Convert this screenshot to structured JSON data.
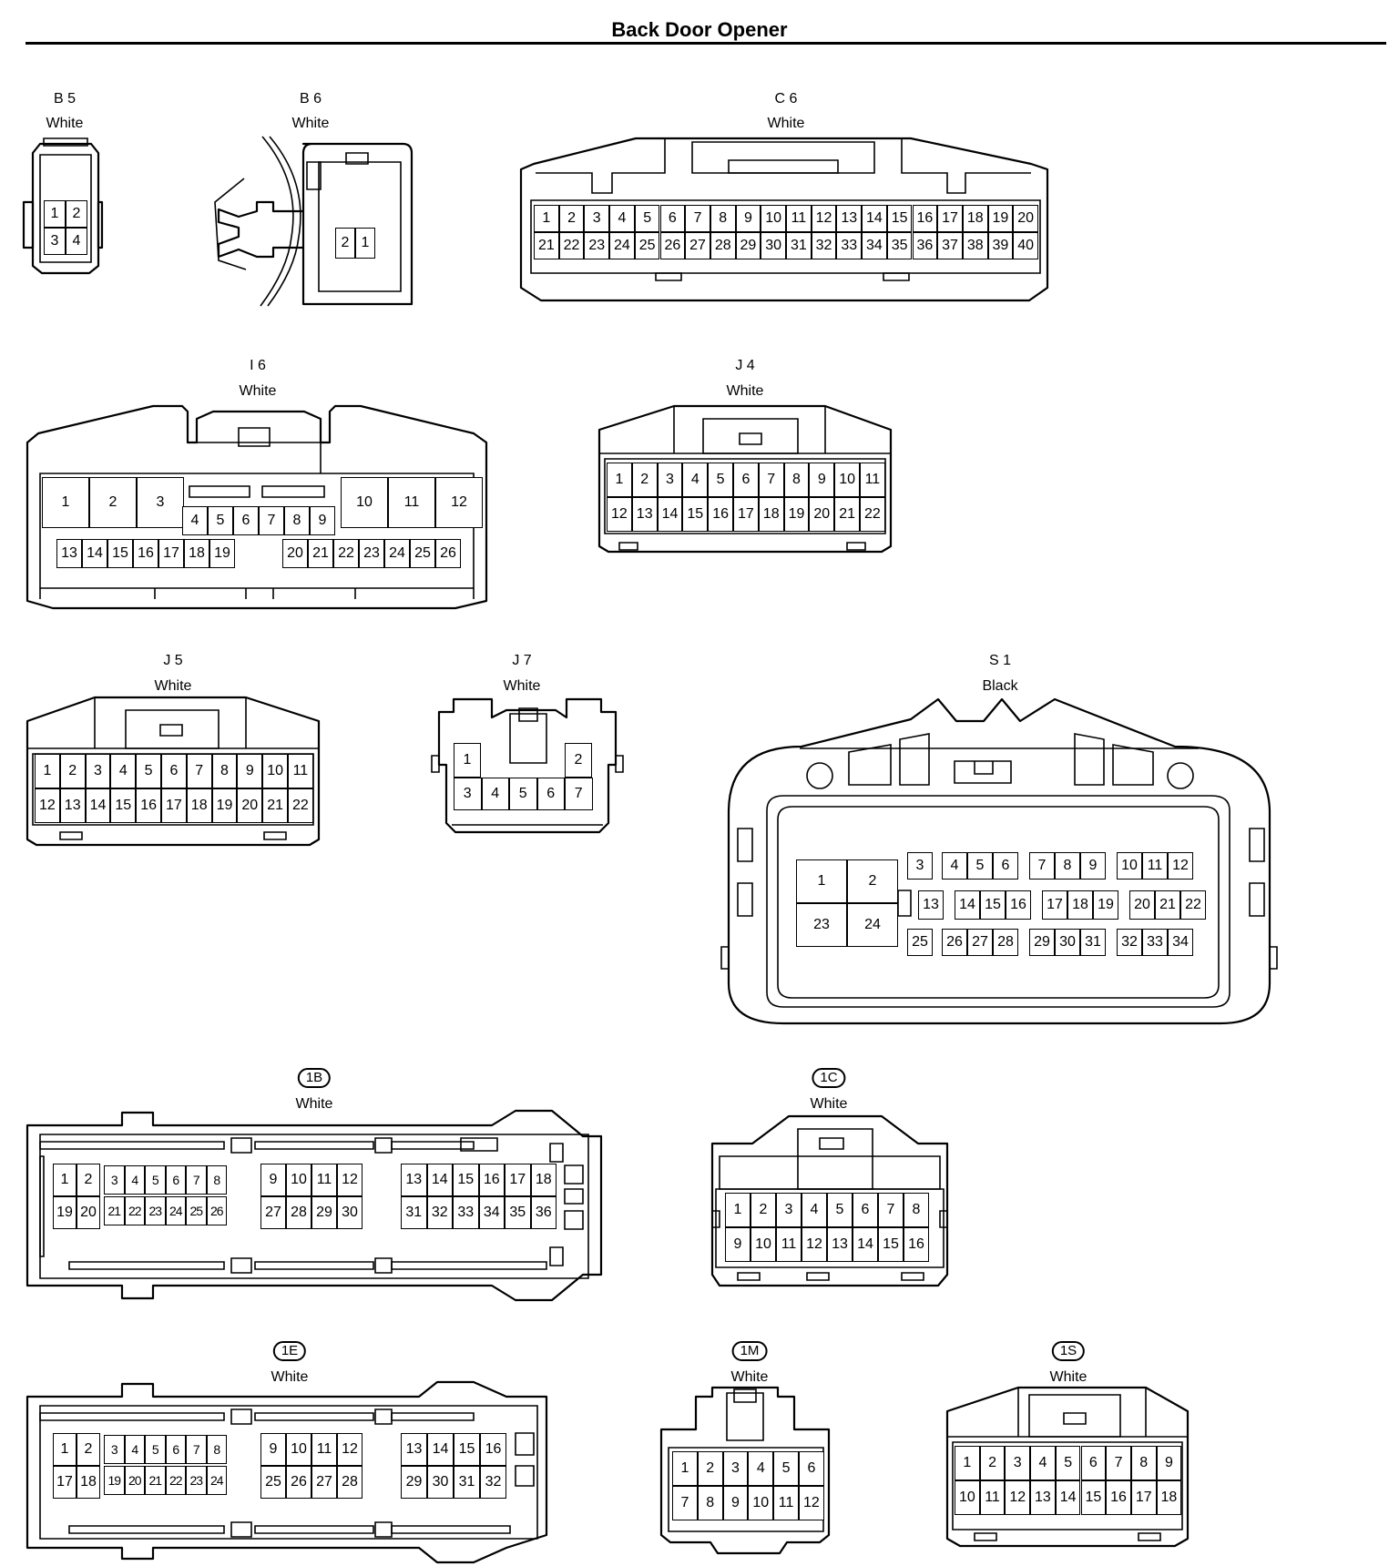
{
  "title": "Back Door Opener",
  "connectors": [
    {
      "id": "B5",
      "label": "B 5",
      "color": "White",
      "boxed": false,
      "pins": [
        "1",
        "2",
        "3",
        "4"
      ]
    },
    {
      "id": "B6",
      "label": "B 6",
      "color": "White",
      "boxed": false,
      "pins": [
        "2",
        "1"
      ]
    },
    {
      "id": "C6",
      "label": "C 6",
      "color": "White",
      "boxed": false,
      "pins": [
        "1",
        "2",
        "3",
        "4",
        "5",
        "6",
        "7",
        "8",
        "9",
        "10",
        "11",
        "12",
        "13",
        "14",
        "15",
        "16",
        "17",
        "18",
        "19",
        "20",
        "21",
        "22",
        "23",
        "24",
        "25",
        "26",
        "27",
        "28",
        "29",
        "30",
        "31",
        "32",
        "33",
        "34",
        "35",
        "36",
        "37",
        "38",
        "39",
        "40"
      ]
    },
    {
      "id": "I6",
      "label": "I 6",
      "color": "White",
      "boxed": false,
      "pins": [
        "1",
        "2",
        "3",
        "4",
        "5",
        "6",
        "7",
        "8",
        "9",
        "10",
        "11",
        "12",
        "13",
        "14",
        "15",
        "16",
        "17",
        "18",
        "19",
        "20",
        "21",
        "22",
        "23",
        "24",
        "25",
        "26"
      ]
    },
    {
      "id": "J4",
      "label": "J 4",
      "color": "White",
      "boxed": false,
      "pins": [
        "1",
        "2",
        "3",
        "4",
        "5",
        "6",
        "7",
        "8",
        "9",
        "10",
        "11",
        "12",
        "13",
        "14",
        "15",
        "16",
        "17",
        "18",
        "19",
        "20",
        "21",
        "22"
      ]
    },
    {
      "id": "J5",
      "label": "J 5",
      "color": "White",
      "boxed": false,
      "pins": [
        "1",
        "2",
        "3",
        "4",
        "5",
        "6",
        "7",
        "8",
        "9",
        "10",
        "11",
        "12",
        "13",
        "14",
        "15",
        "16",
        "17",
        "18",
        "19",
        "20",
        "21",
        "22"
      ]
    },
    {
      "id": "J7",
      "label": "J 7",
      "color": "White",
      "boxed": false,
      "pins": [
        "1",
        "2",
        "3",
        "4",
        "5",
        "6",
        "7"
      ]
    },
    {
      "id": "S1",
      "label": "S 1",
      "color": "Black",
      "boxed": false,
      "pins": [
        "1",
        "2",
        "3",
        "4",
        "5",
        "6",
        "7",
        "8",
        "9",
        "10",
        "11",
        "12",
        "13",
        "14",
        "15",
        "16",
        "17",
        "18",
        "19",
        "20",
        "21",
        "22",
        "23",
        "24",
        "25",
        "26",
        "27",
        "28",
        "29",
        "30",
        "31",
        "32",
        "33",
        "34"
      ]
    },
    {
      "id": "1B",
      "label": "1B",
      "color": "White",
      "boxed": true,
      "pins": [
        "1",
        "2",
        "3",
        "4",
        "5",
        "6",
        "7",
        "8",
        "9",
        "10",
        "11",
        "12",
        "13",
        "14",
        "15",
        "16",
        "17",
        "18",
        "19",
        "20",
        "21",
        "22",
        "23",
        "24",
        "25",
        "26",
        "27",
        "28",
        "29",
        "30",
        "31",
        "32",
        "33",
        "34",
        "35",
        "36"
      ]
    },
    {
      "id": "1C",
      "label": "1C",
      "color": "White",
      "boxed": true,
      "pins": [
        "1",
        "2",
        "3",
        "4",
        "5",
        "6",
        "7",
        "8",
        "9",
        "10",
        "11",
        "12",
        "13",
        "14",
        "15",
        "16"
      ]
    },
    {
      "id": "1E",
      "label": "1E",
      "color": "White",
      "boxed": true,
      "pins": [
        "1",
        "2",
        "3",
        "4",
        "5",
        "6",
        "7",
        "8",
        "9",
        "10",
        "11",
        "12",
        "13",
        "14",
        "15",
        "16",
        "17",
        "18",
        "19",
        "20",
        "21",
        "22",
        "23",
        "24",
        "25",
        "26",
        "27",
        "28",
        "29",
        "30",
        "31",
        "32"
      ]
    },
    {
      "id": "1M",
      "label": "1M",
      "color": "White",
      "boxed": true,
      "pins": [
        "1",
        "2",
        "3",
        "4",
        "5",
        "6",
        "7",
        "8",
        "9",
        "10",
        "11",
        "12"
      ]
    },
    {
      "id": "1S",
      "label": "1S",
      "color": "White",
      "boxed": true,
      "pins": [
        "1",
        "2",
        "3",
        "4",
        "5",
        "6",
        "7",
        "8",
        "9",
        "10",
        "11",
        "12",
        "13",
        "14",
        "15",
        "16",
        "17",
        "18"
      ]
    }
  ]
}
